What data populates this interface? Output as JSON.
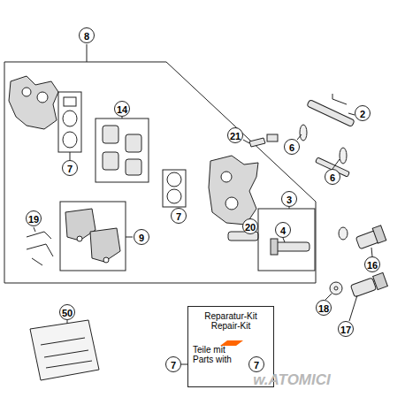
{
  "diagram": {
    "nodes": [
      {
        "text": [
          "Reparatur-Kit Repair-Kit",
          "Teile mit Parts with"
        ]
      }
    ],
    "labels": [
      "8",
      "2",
      "6",
      "6",
      "14",
      "21",
      "7",
      "3",
      "4",
      "20",
      "19",
      "9",
      "7",
      "16",
      "18",
      "17",
      "50",
      "7",
      "7",
      "w.ATOMICI"
    ]
  }
}
